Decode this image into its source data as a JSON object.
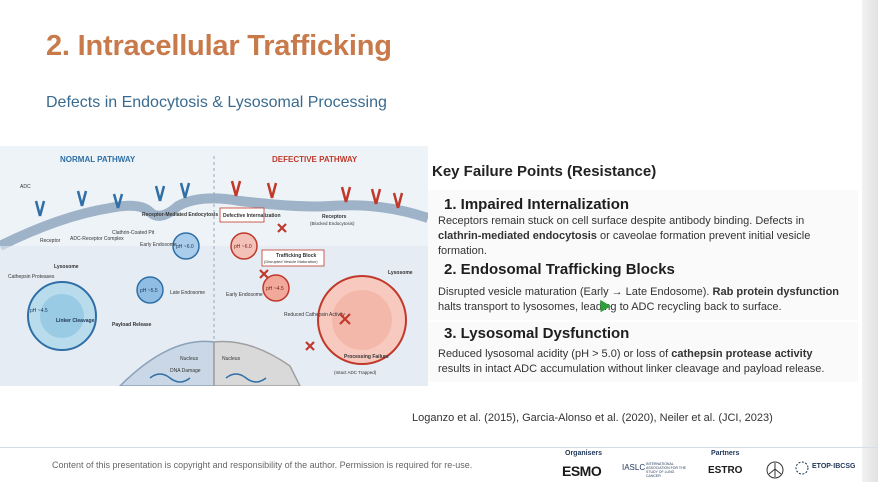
{
  "slide": {
    "title": "2. Intracellular Trafficking",
    "subtitle": "Defects in Endocytosis & Lysosomal Processing"
  },
  "figure": {
    "normal_header": "NORMAL PATHWAY",
    "defective_header": "DEFECTIVE PATHWAY",
    "labels": {
      "adc": "ADC",
      "receptor": "Receptor",
      "adc_receptor_complex": "ADC-Receptor Complex",
      "clathrin_coated_pit": "Clathrin-Coated Pit",
      "receptor_mediated_endocytosis": "Receptor-Mediated Endocytosis",
      "early_endosome": "Early Endosome",
      "ph_6": "pH ~6.0",
      "ph_55": "pH ~5.5",
      "late_endosome": "Late Endosome",
      "lysosome": "Lysosome",
      "cathepsin_proteases": "Cathepsin Proteases",
      "ph_45": "pH ~4.5",
      "linker_cleavage": "Linker Cleavage",
      "payload_release": "Payload Release",
      "nucleus": "Nucleus",
      "dna_damage": "DNA Damage",
      "defective_internalization": "Defective Internalization",
      "receptors_blocked": "Receptors",
      "blocked_endocytosis": "(Blocked Endocytosis)",
      "trafficking_block": "Trafficking Block",
      "disrupted_vesicle_maturation": "(Disrupted Vesicle Maturation)",
      "ph_60_def": "pH ~6.0",
      "ph_45_def": "pH ~4.5",
      "early_endosome_def": "Early Endosome",
      "lysosome_def": "Lysosome",
      "reduced_cathepsin_activity": "Reduced Cathepsin Activity",
      "processing_failure": "Processing Failure",
      "intact_adc_trapped": "(Intact ADC Trapped)",
      "nucleus_def": "Nucleus"
    }
  },
  "panel": {
    "title": "Key Failure Points (Resistance)",
    "items": [
      {
        "heading": "1. Impaired Internalization",
        "lines": [
          "Receptors remain stuck on cell surface despite antibody binding. Defects in",
          "clathrin-mediated endocytosis or caveolae formation prevent initial vesicle",
          "formation."
        ],
        "bold": "clathrin-mediated endocytosis"
      },
      {
        "heading": "2. Endosomal Trafficking Blocks",
        "lines": [
          "Disrupted vesicle maturation (Early → Late Endosome). Rab protein dysfunction",
          "halts transport to lysosomes, leading to ADC recycling back to surface."
        ],
        "bold": "Rab protein dysfunction"
      },
      {
        "heading": "3. Lysosomal Dysfunction",
        "lines": [
          "Reduced lysosomal acidity (pH > 5.0) or loss of cathepsin protease activity",
          "results in intact ADC accumulation without linker cleavage and payload release."
        ],
        "bold": "cathepsin protease activity"
      }
    ]
  },
  "references": "Loganzo et al. (2015), Garcia-Alonso et al. (2020), Neiler et al. (JCI, 2023)",
  "footer": {
    "copyright": "Content of this presentation is copyright and responsibility of the author. Permission is required for re-use.",
    "organisers_label": "Organisers",
    "partners_label": "Partners",
    "esmo": "ESMO",
    "iaslc": "IASLC",
    "iaslc_sub": "INTERNATIONAL ASSOCIATION FOR THE STUDY OF LUNG CANCER",
    "estro": "ESTRO",
    "etop": "ETOP·IBCSG"
  },
  "colors": {
    "title": "#c87a4a",
    "subtitle": "#3a6b8f",
    "normal": "#2f6fa6",
    "defective": "#c0392b"
  }
}
